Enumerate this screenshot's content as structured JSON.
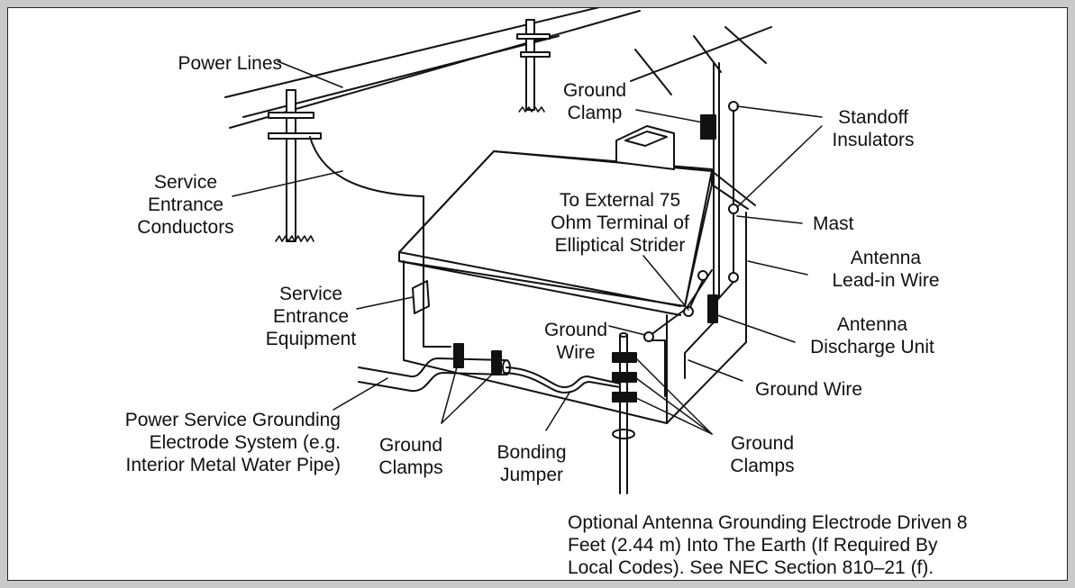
{
  "labels": {
    "power_lines": "Power Lines",
    "ground_clamp_top": [
      "Ground",
      "Clamp"
    ],
    "standoff_insulators": [
      "Standoff",
      "Insulators"
    ],
    "service_entrance_conductors": [
      "Service",
      "Entrance",
      "Conductors"
    ],
    "to_external_terminal": [
      "To External 75",
      "Ohm Terminal of",
      "Elliptical Strider"
    ],
    "mast": "Mast",
    "antenna_lead_in_wire": [
      "Antenna",
      "Lead-in Wire"
    ],
    "service_entrance_equipment": [
      "Service",
      "Entrance",
      "Equipment"
    ],
    "ground_wire_center": [
      "Ground",
      "Wire"
    ],
    "antenna_discharge_unit": [
      "Antenna",
      "Discharge Unit"
    ],
    "ground_wire_right": "Ground Wire",
    "power_service_grounding": [
      "Power Service Grounding",
      "Electrode System (e.g.",
      "Interior Metal Water Pipe)"
    ],
    "ground_clamps_left": [
      "Ground",
      "Clamps"
    ],
    "bonding_jumper": [
      "Bonding",
      "Jumper"
    ],
    "ground_clamps_right": [
      "Ground",
      "Clamps"
    ],
    "optional_electrode": [
      "Optional Antenna Grounding Electrode Driven 8",
      "Feet (2.44 m) Into The Earth (If Required By",
      "Local Codes). See NEC Section 810–21 (f)."
    ]
  }
}
